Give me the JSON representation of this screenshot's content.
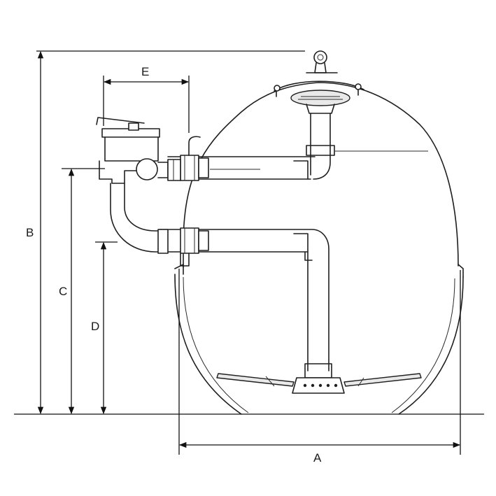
{
  "labels": {
    "a": "A",
    "b": "B",
    "c": "C",
    "d": "D",
    "e": "E"
  },
  "colors": {
    "line": "#1f1f1f",
    "background": "#ffffff",
    "shade": "#e9e9e9"
  }
}
